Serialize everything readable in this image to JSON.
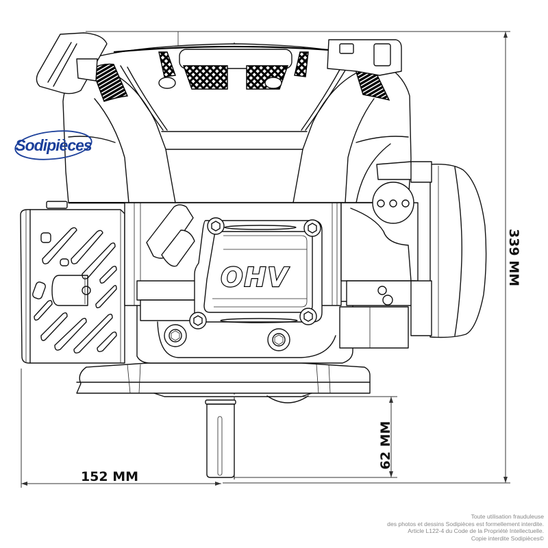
{
  "brand": {
    "logo_text": "Sodipièces",
    "logo_color": "#1b3f9a"
  },
  "drawing": {
    "subject": "Vertical shaft OHV engine - front view technical line drawing",
    "valve_cover_label": "OHV",
    "line_color": "#111111",
    "background": "#ffffff"
  },
  "dimensions": {
    "height": {
      "value": 339,
      "unit": "MM",
      "label": "339 MM"
    },
    "shaft_length": {
      "value": 62,
      "unit": "MM",
      "label": "62 MM"
    },
    "shaft_offset": {
      "value": 152,
      "unit": "MM",
      "label": "152 MM"
    }
  },
  "disclaimer": {
    "lines": [
      "Toute utilisation frauduleuse",
      "des photos et dessins Sodipièces est formellement interdite.",
      "Article L122-4 du Code de la Propriété Intellectuelle.",
      "Copie interdite Sodipièces©"
    ],
    "color": "#888888"
  }
}
